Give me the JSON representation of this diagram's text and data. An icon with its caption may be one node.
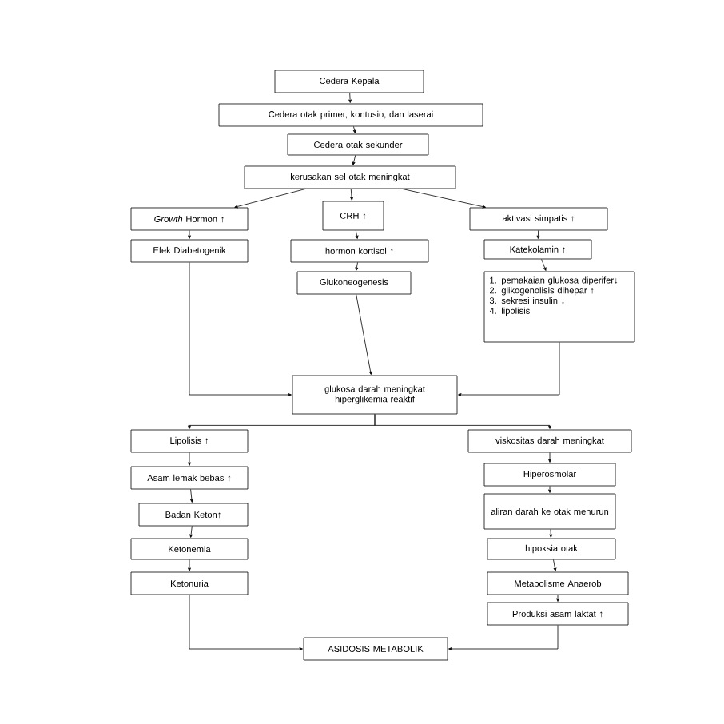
{
  "diagram": {
    "nodes": [
      {
        "text": [
          "Cedera Kepala"
        ]
      },
      {
        "text": [
          "Cedera otak primer, kontusio, dan laserai"
        ]
      },
      {
        "text": [
          "Cedera otak sekunder"
        ]
      },
      {
        "text": [
          "kerusakan sel otak meningkat"
        ]
      },
      {
        "text": [
          "*Growth* Hormon ↑"
        ]
      },
      {
        "text": [
          "CRH ↑"
        ]
      },
      {
        "text": [
          "aktivasi simpatis ↑"
        ]
      },
      {
        "text": [
          "Efek Diabetogenik"
        ]
      },
      {
        "text": [
          "hormon kortisol ↑"
        ]
      },
      {
        "text": [
          "Katekolamin ↑"
        ]
      },
      {
        "text": [
          "Glukoneogenesis"
        ]
      },
      {
        "text": [
          "1. pemakaian glukosa diperifer↓",
          "2. glikogenolisis dihepar ↑",
          "3. sekresi insulin ↓",
          "4. lipolisis"
        ]
      },
      {
        "text": [
          "glukosa darah meningkat hiperglikemia reaktif"
        ]
      },
      {
        "text": [
          "Lipolisis ↑"
        ]
      },
      {
        "text": [
          "viskositas darah meningkat"
        ]
      },
      {
        "text": [
          "Asam lemak bebas ↑"
        ]
      },
      {
        "text": [
          "Hiperosmolar"
        ]
      },
      {
        "text": [
          "Badan Keton↑"
        ]
      },
      {
        "text": [
          "aliran darah ke otak menurun"
        ]
      },
      {
        "text": [
          "Ketonemia"
        ]
      },
      {
        "text": [
          "hipoksia otak"
        ]
      },
      {
        "text": [
          "Ketonuria"
        ]
      },
      {
        "text": [
          "Metabolisme Anaerob"
        ]
      },
      {
        "text": [
          "Produksi asam laktat ↑"
        ]
      },
      {
        "text": [
          "ASIDOSIS METABOLIK"
        ]
      }
    ],
    "edges": [
      {
        "from": 0,
        "to": 1,
        "arrow": "to"
      },
      {
        "from": 1,
        "to": 2,
        "arrow": "to"
      },
      {
        "from": 2,
        "to": 3,
        "arrow": "to"
      },
      {
        "from": 3,
        "to": 4,
        "arrow": "to"
      },
      {
        "from": 3,
        "to": 5,
        "arrow": "to"
      },
      {
        "from": 3,
        "to": 6,
        "arrow": "to"
      },
      {
        "from": 4,
        "to": 7,
        "arrow": "to"
      },
      {
        "from": 5,
        "to": 8,
        "arrow": "to"
      },
      {
        "from": 6,
        "to": 9,
        "arrow": "to"
      },
      {
        "from": 8,
        "to": 10,
        "arrow": "to"
      },
      {
        "from": 9,
        "to": 11,
        "arrow": "to"
      },
      {
        "from": 7,
        "to": 12,
        "arrow": "to"
      },
      {
        "from": 10,
        "to": 12,
        "arrow": "to"
      },
      {
        "from": 11,
        "to": 12,
        "arrow": "to"
      },
      {
        "from": 12,
        "to": 13,
        "arrow": "to"
      },
      {
        "from": 12,
        "to": 14,
        "arrow": "to"
      },
      {
        "from": 13,
        "to": 15,
        "arrow": "to"
      },
      {
        "from": 15,
        "to": 17,
        "arrow": "to"
      },
      {
        "from": 17,
        "to": 19,
        "arrow": "to"
      },
      {
        "from": 19,
        "to": 21,
        "arrow": "to"
      },
      {
        "from": 21,
        "to": 24,
        "arrow": "to"
      },
      {
        "from": 14,
        "to": 16,
        "arrow": "to"
      },
      {
        "from": 16,
        "to": 18,
        "arrow": "to"
      },
      {
        "from": 18,
        "to": 20,
        "arrow": "to"
      },
      {
        "from": 20,
        "to": 22,
        "arrow": "to"
      },
      {
        "from": 22,
        "to": 23,
        "arrow": "to"
      },
      {
        "from": 23,
        "to": 24,
        "arrow": "to"
      }
    ]
  }
}
